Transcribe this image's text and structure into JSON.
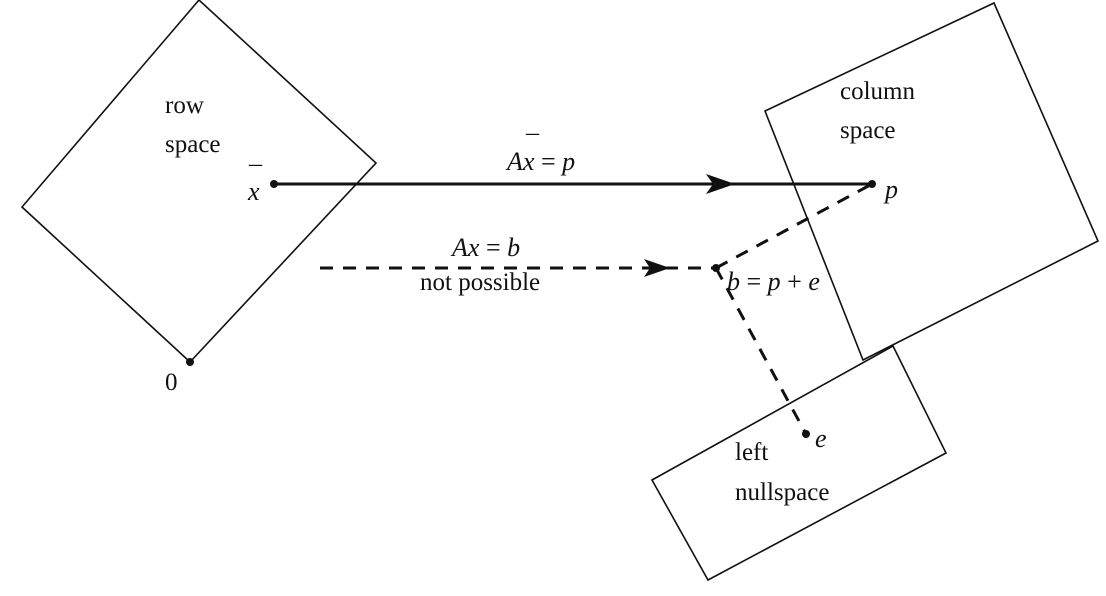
{
  "regions": {
    "row_space": {
      "line1": "row",
      "line2": "space"
    },
    "column_space": {
      "line1": "column",
      "line2": "space"
    },
    "left_nullspace": {
      "line1": "left",
      "line2": "nullspace"
    }
  },
  "points": {
    "x_bar": {
      "base": "x",
      "bar": "¯"
    },
    "origin": "0",
    "p": "p",
    "b_eq": {
      "b": "b",
      "eq": " = ",
      "p": "p",
      "plus": " + ",
      "e": "e"
    },
    "e": "e"
  },
  "arrows": {
    "solid": {
      "lhs_A": "A",
      "lhs_x": "x",
      "bar": "¯",
      "eq": " = ",
      "rhs": "p"
    },
    "dashed": {
      "lhs_A": "A",
      "lhs_x": "x",
      "eq": " = ",
      "rhs": "b",
      "note": "not possible"
    }
  }
}
